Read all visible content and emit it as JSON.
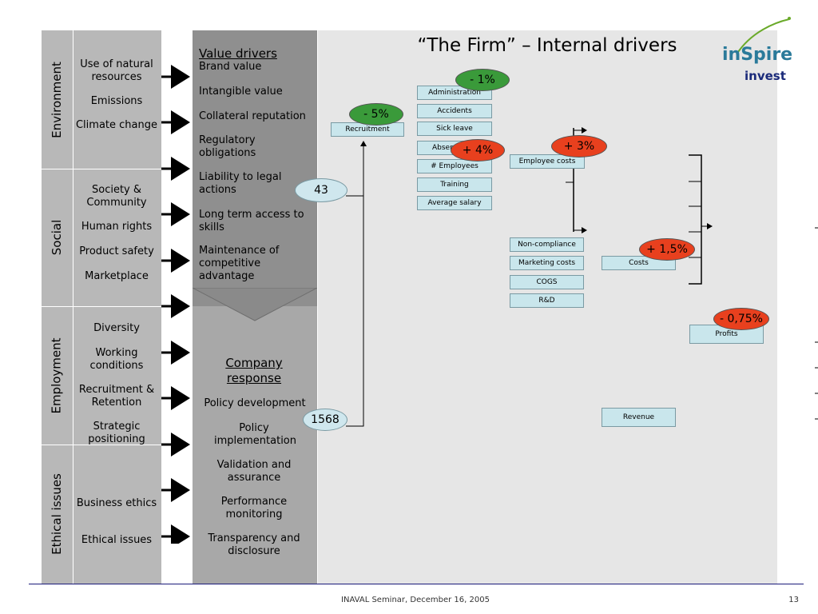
{
  "title": "“The Firm” – Internal drivers",
  "logo": {
    "line1": "inSpire",
    "line2": "invest"
  },
  "categories": [
    "Environment",
    "Social",
    "Employment",
    "Ethical issues"
  ],
  "issues": [
    "Use of natural resources",
    "Emissions",
    "Climate change",
    "Society & Community",
    "Human rights",
    "Product safety",
    "Marketplace",
    "Diversity",
    "Working conditions",
    "Recruitment & Retention",
    "Strategic positioning",
    "Business ethics",
    "Ethical issues"
  ],
  "value_drivers": {
    "heading": "Value drivers",
    "items": [
      "Brand value",
      "Intangible value",
      "Collateral reputation",
      "Regulatory obligations",
      "Liability to legal actions",
      "Long term access to skills",
      "Maintenance of competitive advantage"
    ]
  },
  "company_response": {
    "heading": "Company response",
    "items": [
      "Policy development",
      "Policy implementation",
      "Validation and assurance",
      "Performance monitoring",
      "Transparency and disclosure"
    ]
  },
  "bubbles": {
    "top": "43",
    "bottom": "1568"
  },
  "boxes": {
    "recruitment": "Recruitment",
    "administration": "Administration",
    "accidents": "Accidents",
    "sick_leave": "Sick leave",
    "absence": "Absence",
    "employees": "# Employees",
    "training": "Training",
    "average_salary": "Average salary",
    "employee_costs": "Employee costs",
    "non_compliance": "Non-compliance",
    "marketing_costs": "Marketing costs",
    "cogs": "COGS",
    "rd": "R&D",
    "costs": "Costs",
    "profits": "Profits",
    "revenue": "Revenue"
  },
  "badges": {
    "administration": "- 1%",
    "recruitment": "- 5%",
    "absence": "+ 4%",
    "employee_costs": "+ 3%",
    "costs": "+ 1,5%",
    "profits": "- 0,75%"
  },
  "colors": {
    "decrease": "#3a9a3a",
    "increase": "#e8401e",
    "box": "#c9e6ec"
  },
  "footer": {
    "text": "INAVAL Seminar, December 16, 2005",
    "page": "13"
  }
}
